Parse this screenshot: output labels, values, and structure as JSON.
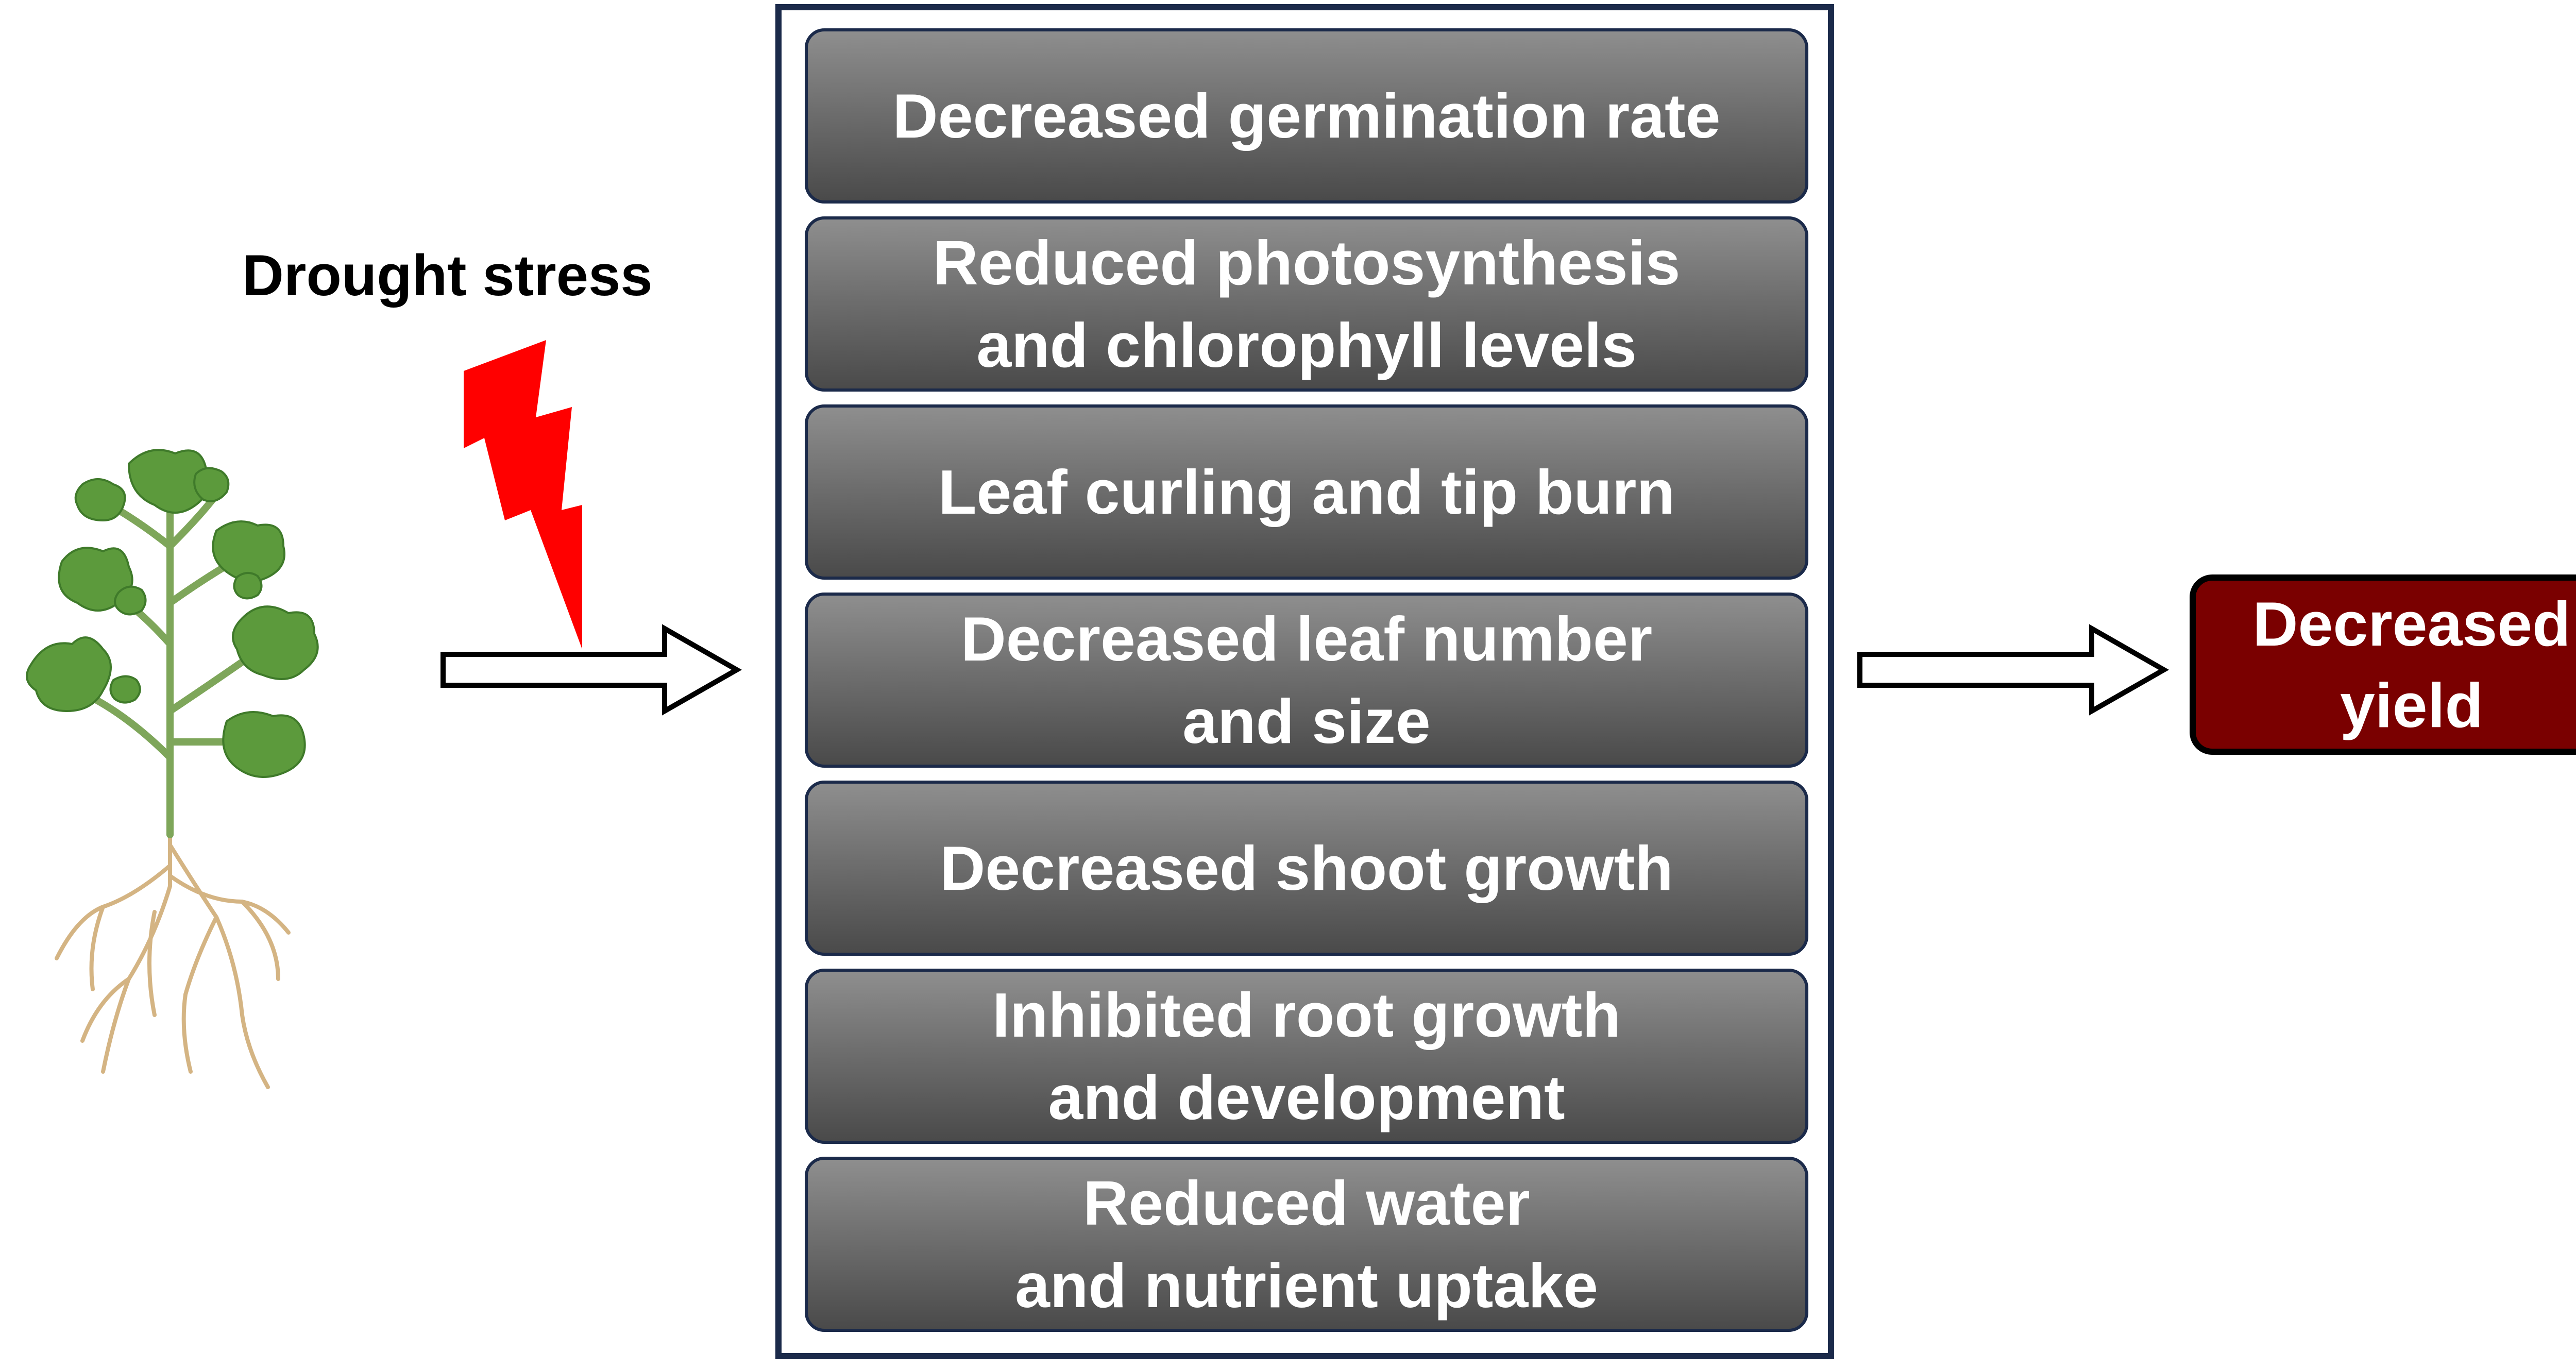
{
  "stress_label": "Drought stress",
  "icons": {
    "plant": "plant-illustration",
    "stress": "lightning-bolt-icon",
    "arrows": "hollow-right-arrow"
  },
  "effects": [
    "Decreased germination rate",
    "Reduced photosynthesis\nand chlorophyll levels",
    "Leaf curling and tip burn",
    "Decreased leaf number\nand size",
    "Decreased shoot growth",
    "Inhibited root growth\nand development",
    "Reduced water\nand nutrient uptake"
  ],
  "outcome": "Decreased\nyield",
  "colors": {
    "effect_box": "#6f6f6f",
    "panel_border": "#1b2a4a",
    "outcome_box": "#7a0000",
    "bolt": "#ff0000",
    "leaf": "#5c9a3c",
    "root": "#d4b483"
  }
}
